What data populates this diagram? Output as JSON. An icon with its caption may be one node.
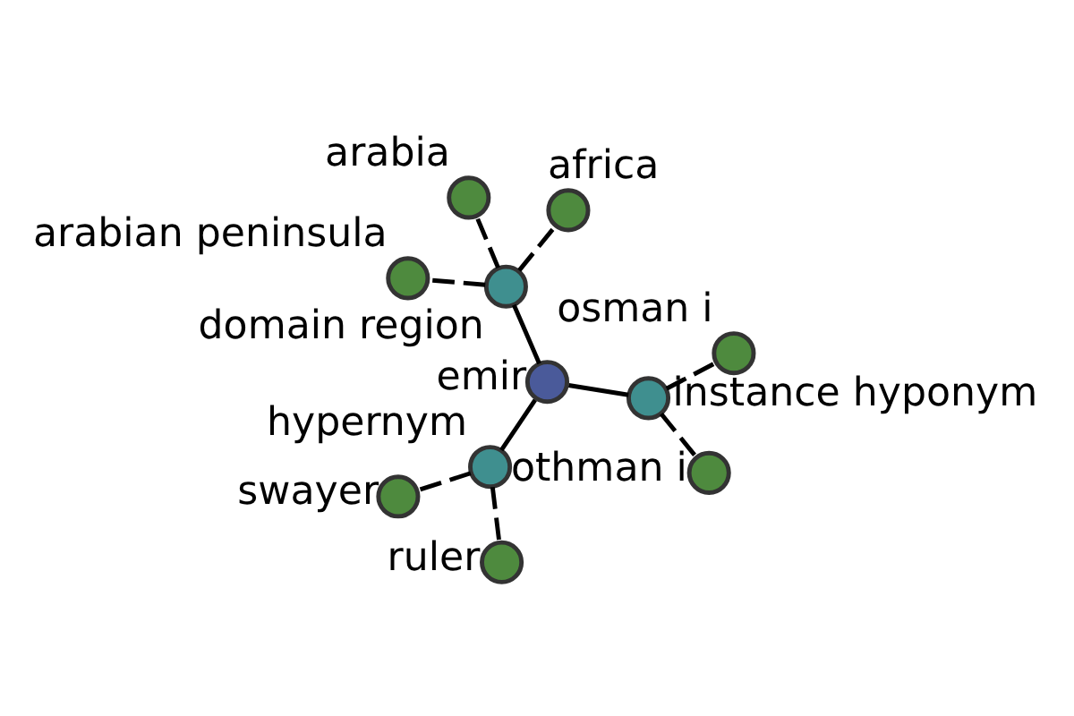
{
  "diagram": {
    "nodes": [
      {
        "text": [
          "arabian peninsula"
        ]
      },
      {
        "text": [
          "africa"
        ]
      },
      {
        "text": [
          "domain region"
        ]
      },
      {
        "text": [
          "arabia"
        ]
      },
      {
        "text": [
          "emir"
        ]
      },
      {
        "text": [
          "instance hyponym"
        ]
      },
      {
        "text": [
          "hypernym"
        ]
      },
      {
        "text": [
          "osman i"
        ]
      },
      {
        "text": [
          "swayer"
        ]
      },
      {
        "text": [
          "othman i"
        ]
      },
      {
        "text": [
          "ruler"
        ]
      }
    ],
    "edges": [
      {
        "from": 4,
        "to": 2,
        "arrow": "none"
      },
      {
        "from": 4,
        "to": 6,
        "arrow": "none"
      },
      {
        "from": 4,
        "to": 5,
        "arrow": "none"
      },
      {
        "from": 2,
        "to": 0,
        "arrow": "none",
        "style": "dashed"
      },
      {
        "from": 2,
        "to": 1,
        "arrow": "none",
        "style": "dashed"
      },
      {
        "from": 2,
        "to": 3,
        "arrow": "none",
        "style": "dashed"
      },
      {
        "from": 6,
        "to": 8,
        "arrow": "none",
        "style": "dashed"
      },
      {
        "from": 6,
        "to": 10,
        "arrow": "none",
        "style": "dashed"
      },
      {
        "from": 5,
        "to": 7,
        "arrow": "none",
        "style": "dashed"
      },
      {
        "from": 5,
        "to": 9,
        "arrow": "none",
        "style": "dashed"
      }
    ]
  }
}
